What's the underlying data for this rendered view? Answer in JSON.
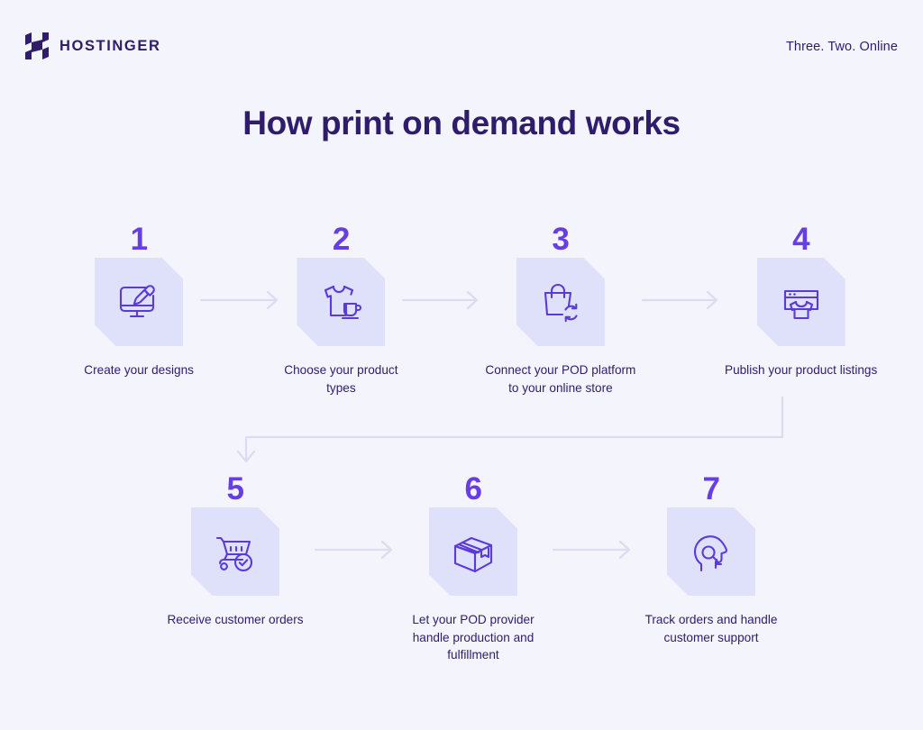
{
  "header": {
    "brand_name": "HOSTINGER",
    "brand_mark_icon": "hostinger-h-logo-icon",
    "tagline": "Three. Two. Online"
  },
  "title": "How print on demand works",
  "colors": {
    "background": "#f4f4fd",
    "card_fill": "#dfe0fa",
    "accent": "#673de6",
    "text": "#2f1c6a",
    "icon_stroke": "#5a3bd8",
    "arrow": "#dcdcf0"
  },
  "flow": {
    "arrow_icon": "arrow-right-icon",
    "wrap_connector_icon": "wrap-down-arrow-icon",
    "row_one": [
      {
        "number": "1",
        "label": "Create your designs",
        "icon": "monitor-paintbrush-icon"
      },
      {
        "number": "2",
        "label": "Choose your product types",
        "icon": "tshirt-mug-icon"
      },
      {
        "number": "3",
        "label": "Connect your POD platform to your online store",
        "icon": "shopping-bag-sync-icon"
      },
      {
        "number": "4",
        "label": "Publish your product listings",
        "icon": "browser-tshirt-icon"
      }
    ],
    "row_two": [
      {
        "number": "5",
        "label": "Receive customer orders",
        "icon": "shopping-cart-check-icon"
      },
      {
        "number": "6",
        "label": "Let your POD provider handle production and fulfillment",
        "icon": "package-box-icon"
      },
      {
        "number": "7",
        "label": "Track orders and handle customer support",
        "icon": "support-headset-head-icon"
      }
    ]
  }
}
